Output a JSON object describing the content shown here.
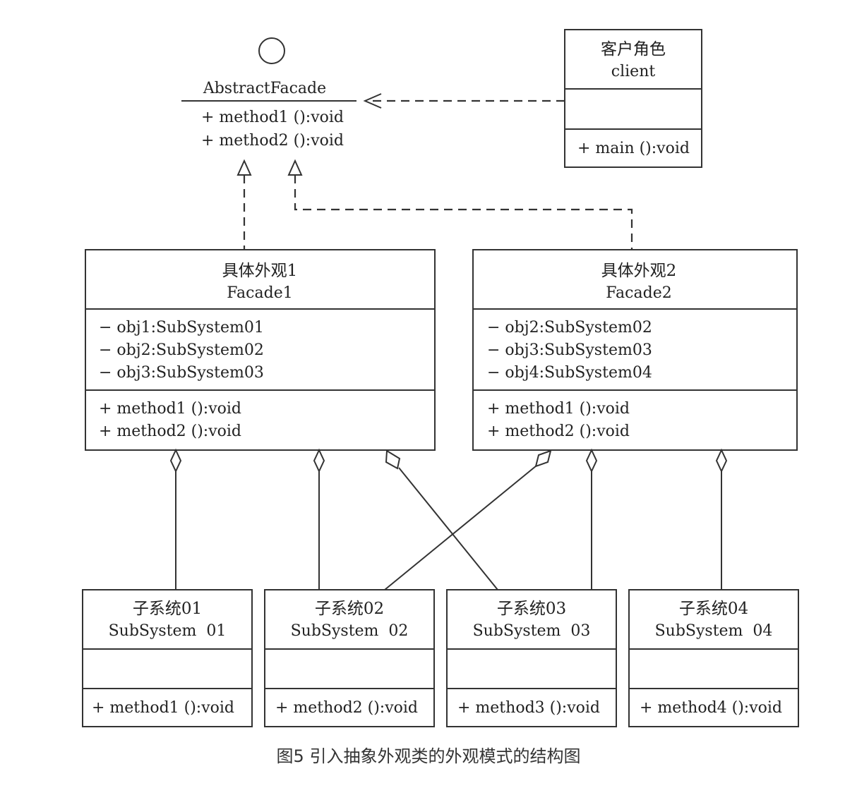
{
  "interface": {
    "name": "AbstractFacade",
    "methods": [
      "+ method1 ():void",
      "+ method2 ():void"
    ]
  },
  "client": {
    "name_cn": "客户角色",
    "name": "client",
    "methods": [
      "+ main ():void"
    ]
  },
  "facade1": {
    "name_cn": "具体外观1",
    "name": "Facade1",
    "attributes": [
      "− obj1:SubSystem01",
      "− obj2:SubSystem02",
      "− obj3:SubSystem03"
    ],
    "methods": [
      "+ method1 ():void",
      "+ method2 ():void"
    ]
  },
  "facade2": {
    "name_cn": "具体外观2",
    "name": "Facade2",
    "attributes": [
      "− obj2:SubSystem02",
      "− obj3:SubSystem03",
      "− obj4:SubSystem04"
    ],
    "methods": [
      "+ method1 ():void",
      "+ method2 ():void"
    ]
  },
  "subsystems": [
    {
      "name_cn": "子系统01",
      "name": "SubSystem  01",
      "method": "+ method1 ():void"
    },
    {
      "name_cn": "子系统02",
      "name": "SubSystem  02",
      "method": "+ method2 ():void"
    },
    {
      "name_cn": "子系统03",
      "name": "SubSystem  03",
      "method": "+ method3 ():void"
    },
    {
      "name_cn": "子系统04",
      "name": "SubSystem  04",
      "method": "+ method4 ():void"
    }
  ],
  "caption": "图5 引入抽象外观类的外观模式的结构图"
}
